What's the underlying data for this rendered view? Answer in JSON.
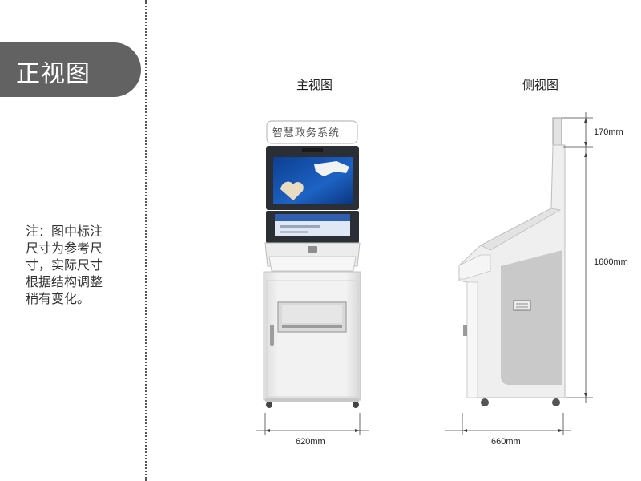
{
  "header": {
    "title": "正视图"
  },
  "note": {
    "lines": [
      "注：图中标注",
      "尺寸为参考尺",
      "寸，实际尺寸",
      "根据结构调整",
      "稍有变化。"
    ]
  },
  "views": {
    "front": {
      "label": "主视图",
      "sign_text": "智慧政务系统",
      "width_label": "620mm"
    },
    "side": {
      "label": "侧视图",
      "top_label": "170mm",
      "height_label": "1600mm",
      "depth_label": "660mm"
    }
  },
  "colors": {
    "pill": "#626262",
    "body": "#eeeeee",
    "panel": "#c8c8c8",
    "screen_frame": "#2a2d33",
    "screen_blue": "#1a4fa8"
  }
}
